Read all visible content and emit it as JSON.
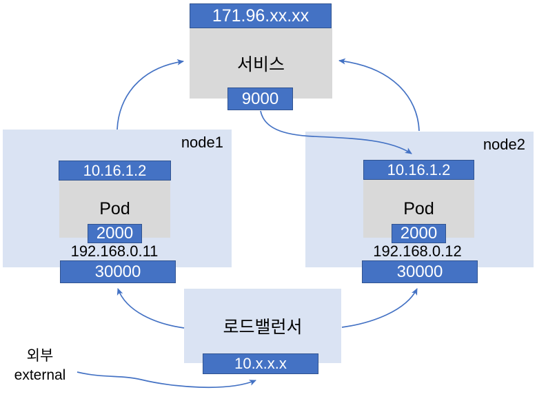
{
  "colors": {
    "box_blue": "#4472C4",
    "box_blue_border": "#2F528F",
    "node_background": "#DAE3F3",
    "gray_background": "#D9D9D9",
    "arrow_blue": "#4472C4",
    "text_dark": "#000000",
    "text_light": "#FFFFFF"
  },
  "service": {
    "ip": "171.96.xx.xx",
    "label": "서비스",
    "port": "9000"
  },
  "nodes": [
    {
      "name": "node1",
      "pod_ip": "10.16.1.2",
      "pod_label": "Pod",
      "pod_port": "2000",
      "node_ip": "192.168.0.11",
      "node_port": "30000"
    },
    {
      "name": "node2",
      "pod_ip": "10.16.1.2",
      "pod_label": "Pod",
      "pod_port": "2000",
      "node_ip": "192.168.0.12",
      "node_port": "30000"
    }
  ],
  "load_balancer": {
    "label": "로드밸런서",
    "ip": "10.x.x.x"
  },
  "external": {
    "label_ko": "외부",
    "label_en": "external"
  },
  "arrows": [
    "node1-to-service",
    "node2-to-service",
    "service-port-to-node2-pod-ip",
    "loadbalancer-to-node1-port",
    "loadbalancer-to-node2-port",
    "external-to-loadbalancer-ip"
  ]
}
